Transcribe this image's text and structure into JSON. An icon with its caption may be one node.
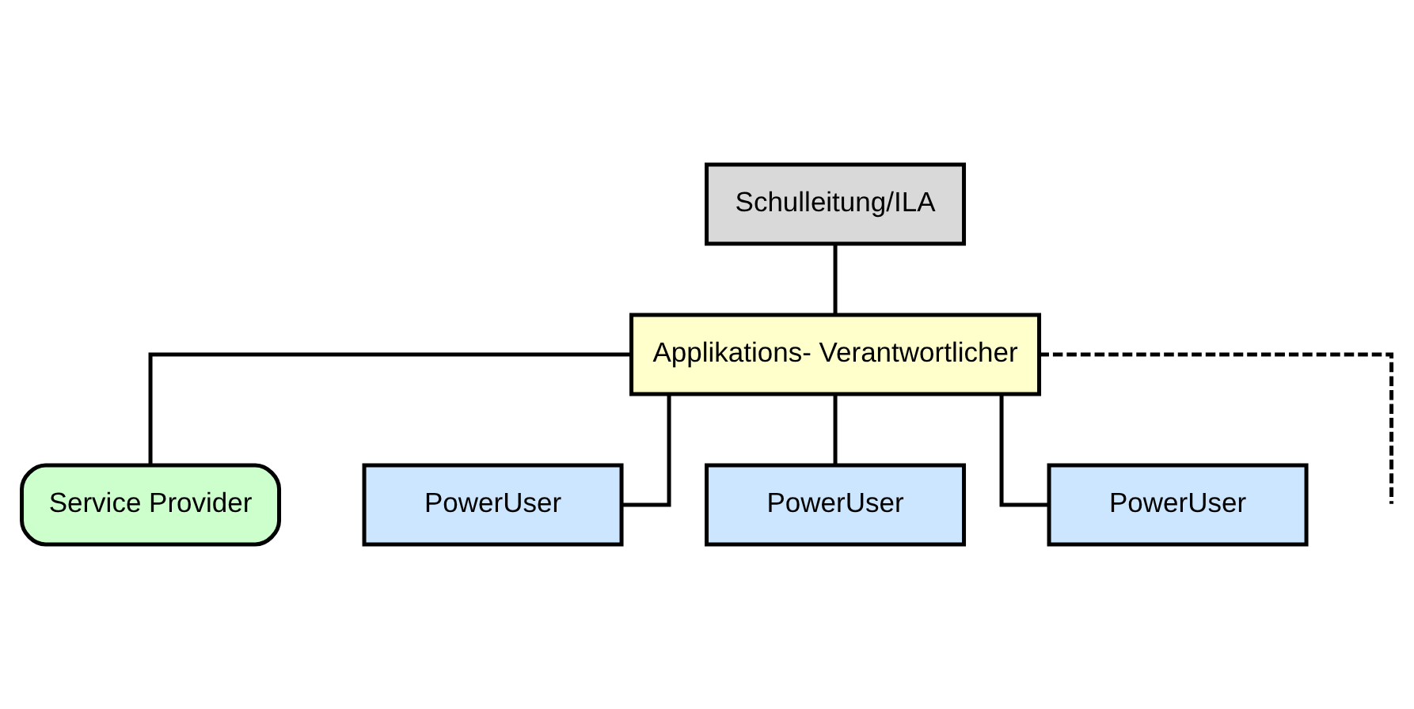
{
  "diagram": {
    "nodes": [
      {
        "text": [
          "Schulleitung/ILA"
        ]
      },
      {
        "text": [
          "Applikations- Verantwortlicher"
        ]
      },
      {
        "text": [
          "Service Provider"
        ]
      },
      {
        "text": [
          "PowerUser"
        ]
      },
      {
        "text": [
          "PowerUser"
        ]
      },
      {
        "text": [
          "PowerUser"
        ]
      }
    ],
    "edges": [
      {
        "from": 0,
        "to": 1,
        "arrow": "none"
      },
      {
        "from": 1,
        "to": 2,
        "arrow": "none"
      },
      {
        "from": 1,
        "to": 3,
        "arrow": "none"
      },
      {
        "from": 1,
        "to": 4,
        "arrow": "none"
      },
      {
        "from": 1,
        "to": 5,
        "arrow": "none"
      },
      {
        "from": 1,
        "to": null,
        "arrow": "none",
        "style": "dashed"
      }
    ]
  }
}
